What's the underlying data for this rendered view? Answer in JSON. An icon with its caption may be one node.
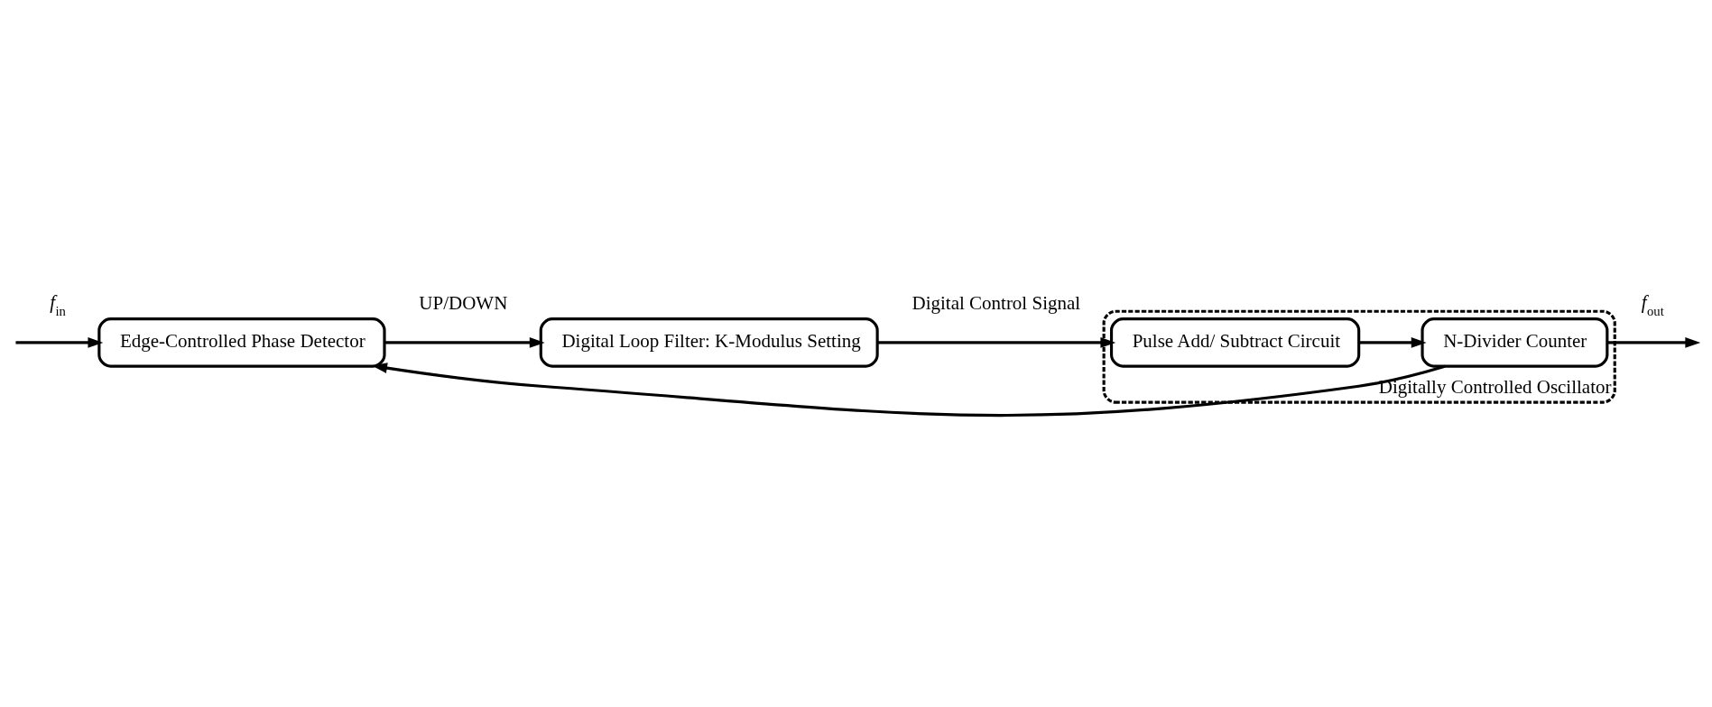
{
  "diagram": {
    "nodes": [
      {
        "text": [
          "Edge-Controlled Phase Detector"
        ]
      },
      {
        "text": [
          "Digital Loop Filter: K-Modulus Setting"
        ]
      },
      {
        "text": [
          "Digitally Controlled Oscillator"
        ]
      },
      {
        "text": [
          "N-Divider Counter"
        ],
        "in": 2
      },
      {
        "text": [
          "Pulse Add/ Subtract Circuit"
        ],
        "in": 2
      }
    ],
    "edges": [
      {
        "from": null,
        "to": 0,
        "arrow": "to",
        "label": "*f*$_{in}$"
      },
      {
        "from": 0,
        "to": 1,
        "arrow": "to",
        "label": "UP/DOWN"
      },
      {
        "from": 1,
        "to": 4,
        "arrow": "to",
        "label": "Digital Control Signal"
      },
      {
        "from": 4,
        "to": 3,
        "arrow": "to"
      },
      {
        "from": 3,
        "to": null,
        "arrow": "to",
        "label": "*f*$_{out}$"
      },
      {
        "from": 3,
        "to": 0,
        "arrow": "to"
      }
    ]
  }
}
